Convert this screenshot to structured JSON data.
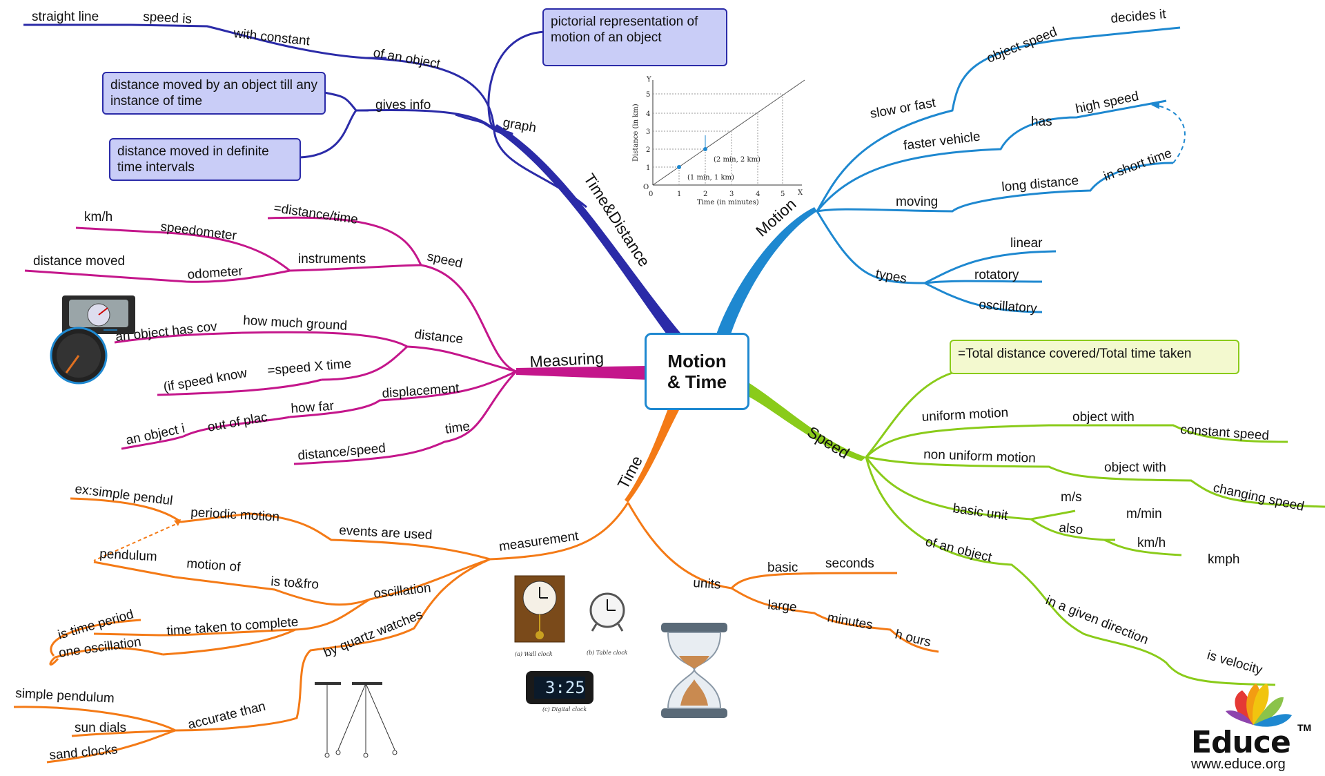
{
  "center": {
    "line1": "Motion",
    "line2": "& Time"
  },
  "branches": {
    "time_distance": "Time&Distance",
    "motion": "Motion",
    "measuring": "Measuring",
    "speed": "Speed",
    "time": "Time"
  },
  "time_distance": {
    "graph": "graph",
    "graph_box": "pictorial representation of motion of an object",
    "of_an_object": "of an object",
    "with_constant": "with constant",
    "speed_is": "speed is",
    "straight_line": "straight line",
    "gives_info": "gives info",
    "info_box_1": "distance moved by an object till any instance of time",
    "info_box_2": "distance moved in definite time intervals"
  },
  "graph_figure": {
    "y_axis": "Y",
    "x_axis": "X",
    "origin": "O",
    "ylabel": "Distance (in km)",
    "xlabel": "Time (in minutes)",
    "x_ticks": [
      "0",
      "1",
      "2",
      "3",
      "4",
      "5"
    ],
    "y_ticks": [
      "1",
      "2",
      "3",
      "4",
      "5"
    ],
    "point_1": "(1 min, 1 km)",
    "point_2": "(2 min, 2 km)"
  },
  "motion": {
    "slow_or_fast": "slow or fast",
    "object_speed": "object speed",
    "decides_it": "decides it",
    "faster_vehicle": "faster vehicle",
    "has": "has",
    "high_speed": "high speed",
    "moving": "moving",
    "long_distance": "long distance",
    "in_short_time": "in short time",
    "types": "types",
    "linear": "linear",
    "rotatory": "rotatory",
    "oscillatory": "oscillatory"
  },
  "measuring": {
    "speed": "speed",
    "distance_time": "=distance/time",
    "instruments": "instruments",
    "speedometer": "speedometer",
    "kmh": "km/h",
    "odometer": "odometer",
    "distance_moved": "distance moved",
    "distance": "distance",
    "how_much_ground": "how much ground",
    "an_object_has_cov": "an object has cov",
    "speed_x_time": "=speed X time",
    "if_speed_know": "(if speed know",
    "displacement": "displacement",
    "how_far": "how far",
    "out_of_plac": "out of plac",
    "an_object_i": "an object i",
    "time": "time",
    "distance_speed": "distance/speed"
  },
  "speed": {
    "formula_box": "=Total distance covered/Total time taken",
    "uniform_motion": "uniform motion",
    "object_with_1": "object with",
    "constant_speed": "constant speed",
    "non_uniform_motion": "non uniform motion",
    "object_with_2": "object with",
    "changing_speed": "changing speed",
    "basic_unit": "basic unit",
    "ms": "m/s",
    "also": "also",
    "m_min": "m/min",
    "kmh": "km/h",
    "kmph": "kmph",
    "of_an_object": "of an object",
    "in_a_given_direction": "in a given direction",
    "is_velocity": "is velocity"
  },
  "time": {
    "measurement": "measurement",
    "events_are_used": "events are used",
    "periodic_motion": "periodic motion",
    "ex_simple_pendul": "ex:simple pendul",
    "pendulum": "pendulum",
    "motion_of": "motion of",
    "is_to_fro": "is to&fro",
    "oscillation": "oscillation",
    "time_taken": "time taken to complete",
    "is_time_period": "is time period",
    "one_oscillation": "one oscillation",
    "by_quartz": "by quartz watches",
    "accurate_than": "accurate than",
    "simple_pendulum": "simple pendulum",
    "sun_dials": "sun dials",
    "sand_clocks": "sand clocks",
    "units": "units",
    "basic": "basic",
    "seconds": "seconds",
    "large": "large",
    "minutes": "minutes",
    "hours": "h ours"
  },
  "clocks": {
    "wall_clock": "(a) Wall clock",
    "table_clock": "(b) Table clock",
    "digital_clock": "(c) Digital clock",
    "digital_time": "3:25"
  },
  "logo": {
    "name": "Educe",
    "tm": "TM",
    "url": "www.educe.org"
  },
  "colors": {
    "time_distance": "#2b2ba8",
    "motion": "#1e88d0",
    "measuring": "#c4168b",
    "speed": "#8acb1a",
    "time": "#f47a16"
  }
}
